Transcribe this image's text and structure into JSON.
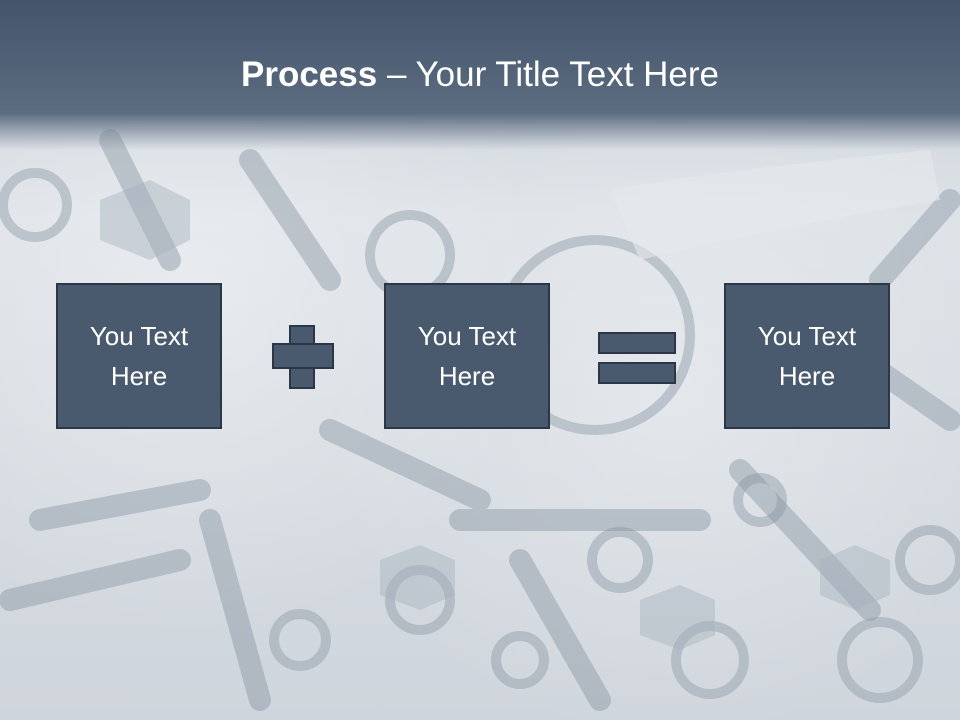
{
  "slide": {
    "title_bold": "Process",
    "title_rest": " – Your Title Text Here"
  },
  "equation": {
    "box1": "You Text\nHere",
    "box2": "You Text\nHere",
    "box3": "You Text\nHere",
    "operator1_icon": "plus-icon",
    "operator2_icon": "equals-icon"
  },
  "colors": {
    "header": "#44546a",
    "box_fill": "#4a5a6e",
    "box_border": "#2b3746",
    "text": "#ffffff"
  }
}
